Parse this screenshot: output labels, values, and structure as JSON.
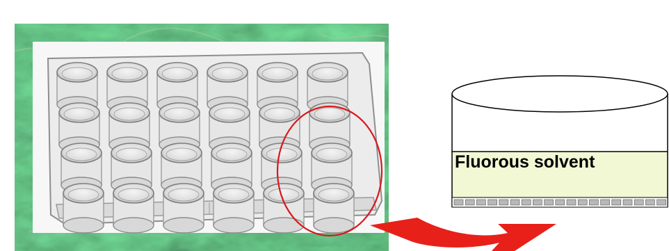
{
  "colors": {
    "marble_dark": "#1e4a2a",
    "marble_light": "#9fbf9a",
    "highlight_circle": "#d8181c",
    "arrow_red": "#e8201a",
    "solvent_fill": "#f2f7d4",
    "frit_grey": "#b8b8b8"
  },
  "icons": [
    "well-plate-photo",
    "highlight-circle",
    "transfer-arrow-icon",
    "cylinder-vessel"
  ],
  "plate": {
    "rows": 4,
    "cols": 6
  },
  "vessel": {
    "liquid_label": "Fluorous solvent"
  }
}
